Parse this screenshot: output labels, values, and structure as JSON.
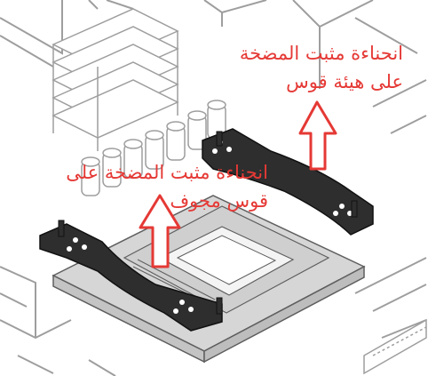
{
  "colors": {
    "line": "#9e9e9e",
    "line_dark": "#5f5f5f",
    "plate": "#2e2e2e",
    "annotation": "#e53935",
    "annotation_fill": "#ffffff",
    "cooler_base": "#d6d6d6",
    "board": "#ffffff"
  },
  "annotations": {
    "top": {
      "line1": "انحناءة مثبت المضخة",
      "line2": "على هيئة قوس"
    },
    "left": {
      "line1": "انحناءة مثبت المضخة على",
      "line2": "قوس مجوف"
    }
  },
  "icons": {
    "arrow_top": "up-arrow-icon",
    "arrow_left": "up-arrow-icon"
  }
}
